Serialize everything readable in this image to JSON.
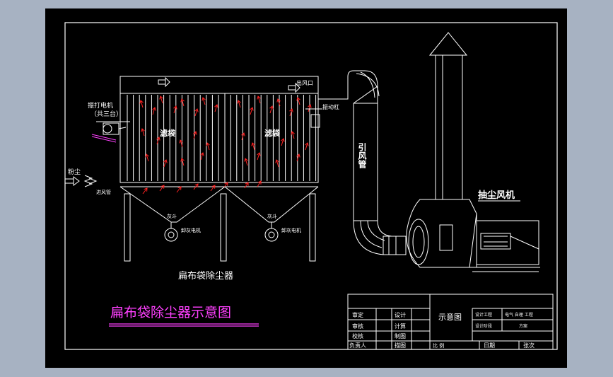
{
  "drawing": {
    "main_title": "扁布袋除尘器示意图",
    "equipment_caption": "扁布袋除尘器",
    "labels": {
      "motor": "振打电机",
      "motor_count": "（共三台）",
      "inlet": "粉尘",
      "inlet_duct": "进风管",
      "outlet": "出风口",
      "vibrating_rod": "振动杠",
      "filter_bag_1": "滤袋",
      "filter_bag_2": "滤袋",
      "hopper_1": "灰斗",
      "hopper_2": "灰斗",
      "unloader_1": "卸灰电机",
      "unloader_2": "卸灰电机",
      "duct": "引风管",
      "fan": "抽尘风机"
    },
    "colors": {
      "background": "#000000",
      "line": "#ffffff",
      "airflow": "#ff2020",
      "title": "#ff40ff"
    }
  },
  "title_block": {
    "c1": [
      "审定",
      "审核",
      "校核",
      "负责人"
    ],
    "c2": [
      "设计",
      "计算",
      "制图",
      "描图"
    ],
    "label": "示意图",
    "ratio": "比 例",
    "r1_a": "设计工程",
    "r1_b": "电气 自理 工程",
    "r2_a": "设计阶段",
    "r2_b": "方案",
    "date": "日期",
    "sheet": "张次"
  }
}
